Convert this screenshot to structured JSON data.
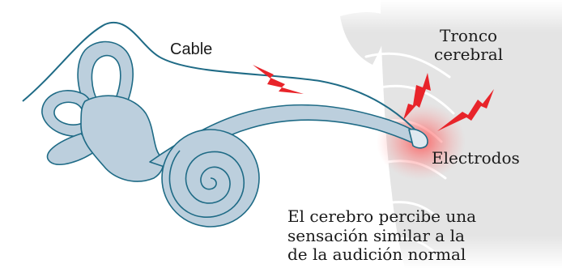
{
  "labels": {
    "cable": "Cable",
    "tronco_line1": "Tronco",
    "tronco_line2": "cerebral",
    "electrodos": "Electrodos"
  },
  "caption": {
    "line1": "El cerebro percibe una",
    "line2": "sensación similar a la",
    "line3": "de la audición normal"
  },
  "colors": {
    "inner_ear_fill": "#bccfdd",
    "outline": "#1f6b86",
    "brainstem": "#e4e4e4",
    "lightning": "#e8242a",
    "glow": "#ff3b3b"
  }
}
